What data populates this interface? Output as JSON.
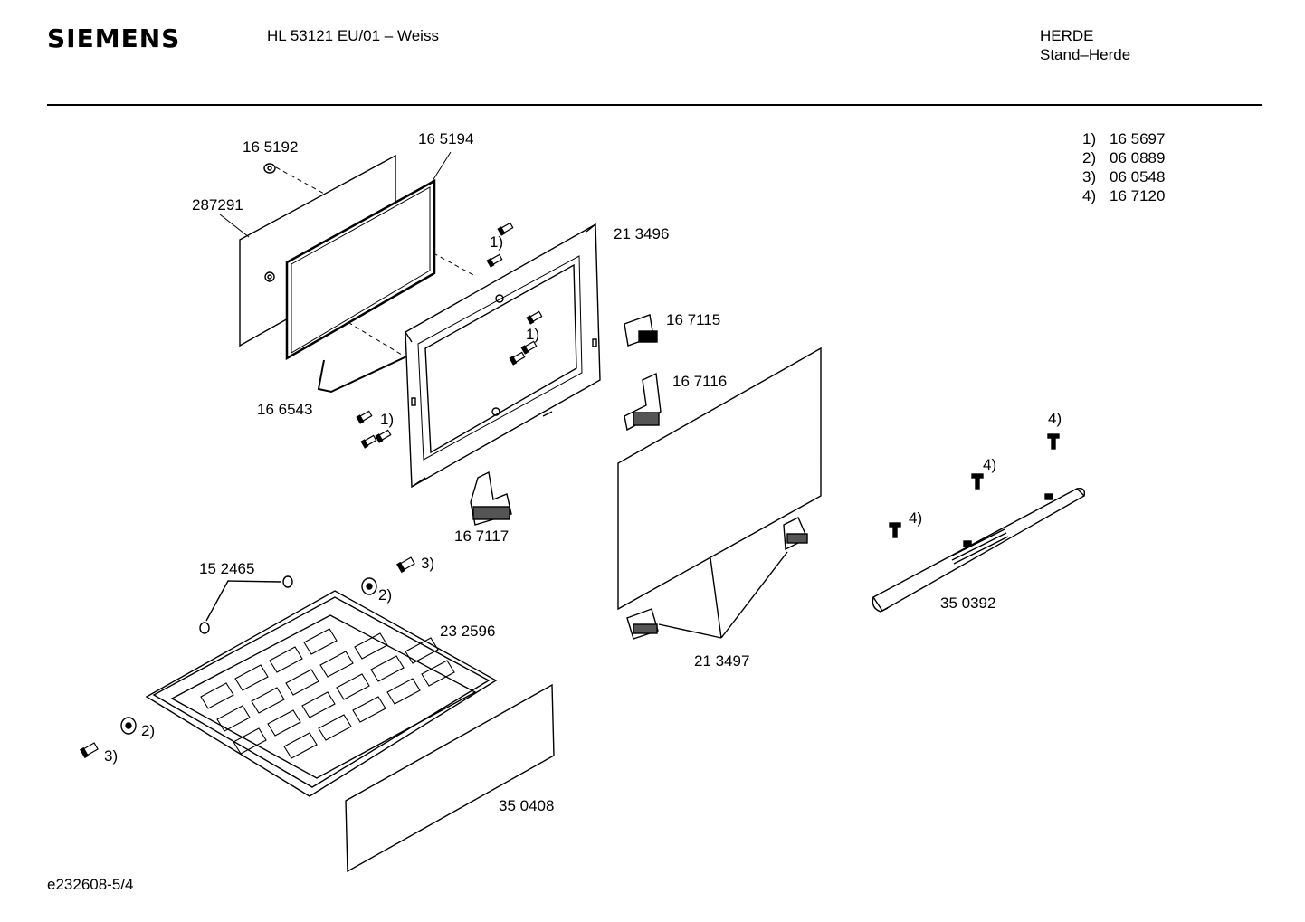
{
  "header": {
    "brand": "SIEMENS",
    "model": "HL 53121 EU/01 – Weiss",
    "category": "HERDE",
    "subcategory": "Stand–Herde"
  },
  "legend": [
    {
      "key": "1)",
      "part": "16 5697"
    },
    {
      "key": "2)",
      "part": "06 0889"
    },
    {
      "key": "3)",
      "part": "06 0548"
    },
    {
      "key": "4)",
      "part": "16 7120"
    }
  ],
  "parts": {
    "p165192": "16 5192",
    "p165194": "16 5194",
    "p287291": "287291",
    "p213496": "21 3496",
    "p167115": "16 7115",
    "p167116": "16 7116",
    "p166543": "16 6543",
    "p167117": "16 7117",
    "p152465": "15 2465",
    "p232596": "23 2596",
    "p213497": "21 3497",
    "p350392": "35 0392",
    "p350408": "35 0408"
  },
  "refs": {
    "r1": "1)",
    "r2": "2)",
    "r3": "3)",
    "r4": "4)"
  },
  "footer": {
    "code": "e232608-5/4"
  }
}
